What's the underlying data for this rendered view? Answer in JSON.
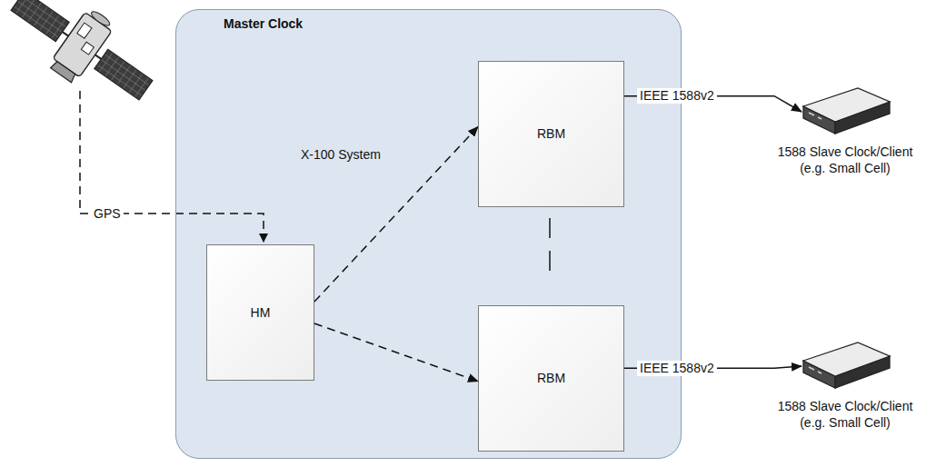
{
  "diagram": {
    "nodes": [
      {
        "text": [
          "Master Clock",
          "X-100 System"
        ]
      },
      {
        "text": [
          "HM"
        ],
        "in": 0
      },
      {
        "text": [
          "RBM"
        ],
        "in": 0
      },
      {
        "text": [
          "RBM"
        ],
        "in": 0
      },
      {
        "text": [
          "1588 Slave Clock/Client (e.g. Small Cell)"
        ]
      },
      {
        "text": [
          "1588 Slave Clock/Client (e.g. Small Cell)"
        ]
      }
    ],
    "edges": [
      {
        "from": 1,
        "to": 2,
        "arrow": "to"
      },
      {
        "from": 1,
        "to": 3,
        "arrow": "to"
      },
      {
        "from": 2,
        "to": 4,
        "label": "IEEE 1588v2",
        "arrow": "to"
      },
      {
        "from": 3,
        "to": 5,
        "label": "IEEE 1588v2",
        "arrow": "to"
      }
    ],
    "labels": [
      "GPS"
    ]
  }
}
